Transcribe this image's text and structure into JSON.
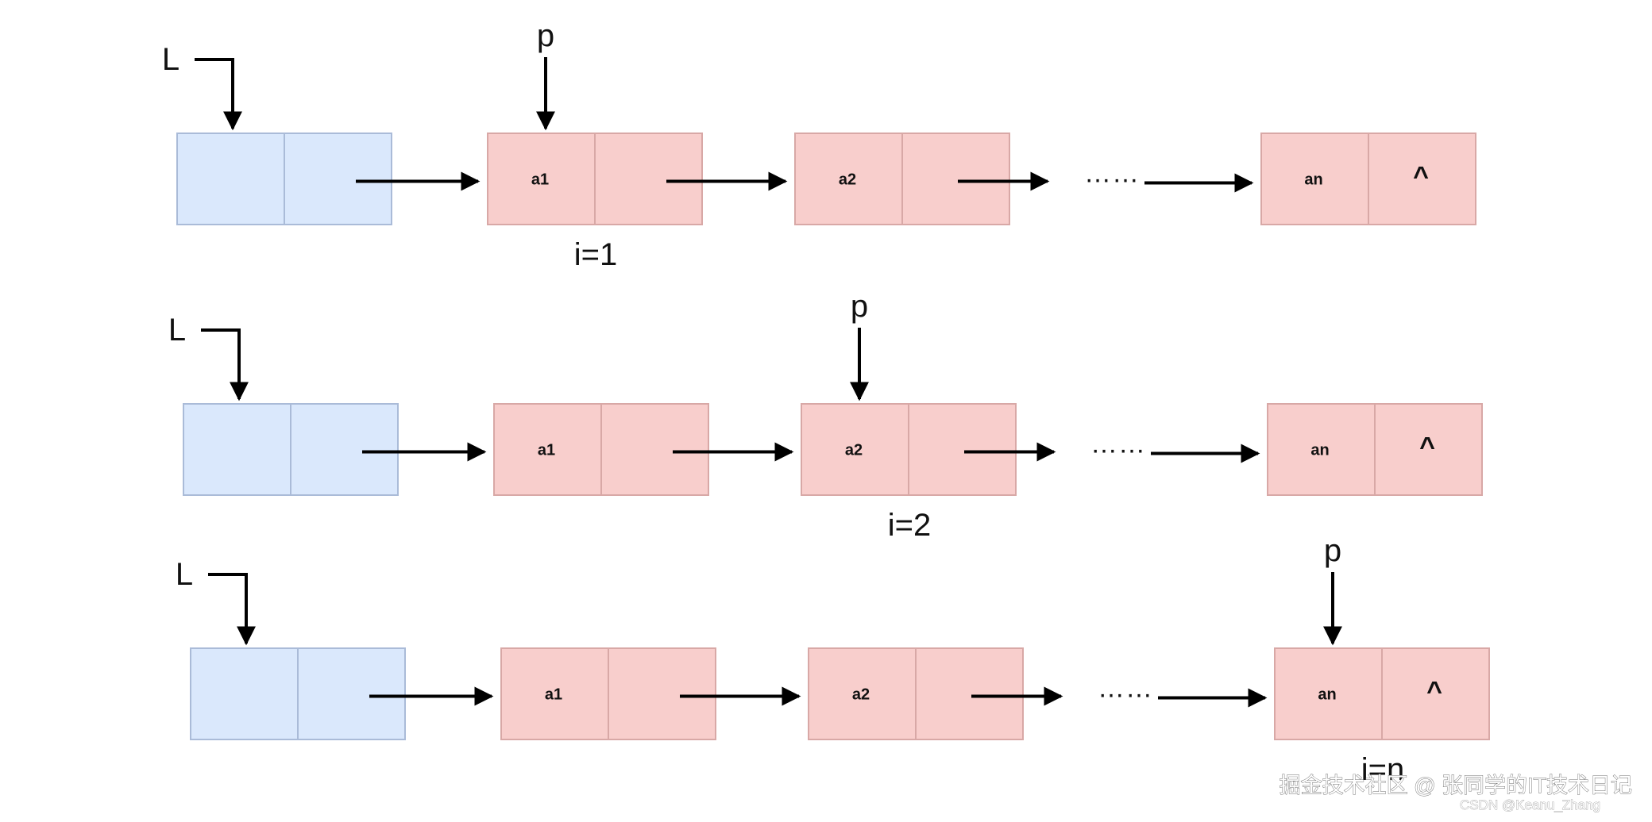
{
  "diagram": {
    "colors": {
      "head_fill": "#dae8fc",
      "head_stroke": "#aabbd8",
      "node_fill": "#f8cecc",
      "node_stroke": "#d8a8a6",
      "arrow": "#000000"
    },
    "rows": [
      {
        "head_label": "L",
        "pointer_label": "p",
        "pointer_target": "a1",
        "index_label": "i=1",
        "nodes": [
          {
            "data": "a1",
            "next": ""
          },
          {
            "data": "a2",
            "next": ""
          },
          {
            "data": "an",
            "next": "^"
          }
        ],
        "ellipsis": "……"
      },
      {
        "head_label": "L",
        "pointer_label": "p",
        "pointer_target": "a2",
        "index_label": "i=2",
        "nodes": [
          {
            "data": "a1",
            "next": ""
          },
          {
            "data": "a2",
            "next": ""
          },
          {
            "data": "an",
            "next": "^"
          }
        ],
        "ellipsis": "……"
      },
      {
        "head_label": "L",
        "pointer_label": "p",
        "pointer_target": "an",
        "index_label": "i=n",
        "nodes": [
          {
            "data": "a1",
            "next": ""
          },
          {
            "data": "a2",
            "next": ""
          },
          {
            "data": "an",
            "next": "^"
          }
        ],
        "ellipsis": "……"
      }
    ]
  },
  "watermark": {
    "main": "掘金技术社区 @ 张同学的IT技术日记",
    "sub": "CSDN @Keanu_Zhang"
  }
}
